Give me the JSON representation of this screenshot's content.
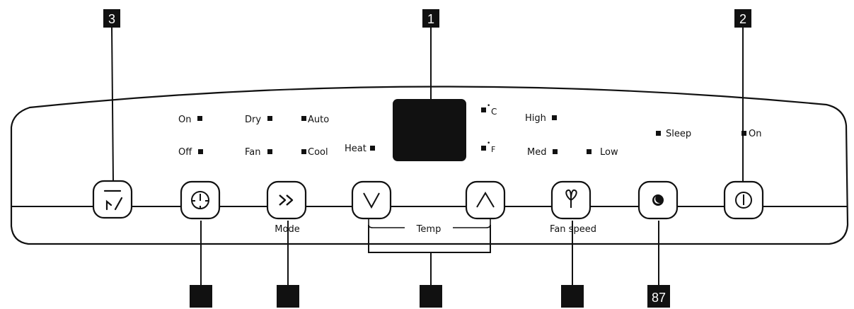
{
  "callouts": {
    "top_left": "3",
    "top_center": "1",
    "top_right": "2",
    "bottom_sleep": "87"
  },
  "indicators": {
    "timer_on": "On",
    "timer_off": "Off",
    "mode_dry": "Dry",
    "mode_fan": "Fan",
    "mode_auto": "Auto",
    "mode_cool": "Cool",
    "heat": "Heat",
    "unit_c": "C",
    "unit_f": "F",
    "fan_high": "High",
    "fan_med": "Med",
    "fan_low": "Low",
    "sleep": "Sleep",
    "power_on": "On"
  },
  "labels": {
    "mode": "Mode",
    "temp": "Temp",
    "fan_speed": "Fan speed"
  },
  "icons": {
    "swing": "swing-louver-icon",
    "timer": "timer-clock-icon",
    "mode": "double-chevron-right-icon",
    "temp_down": "chevron-down-icon",
    "temp_up": "chevron-up-icon",
    "fan": "fan-icon",
    "sleep": "moon-sleep-icon",
    "power": "power-icon"
  },
  "colors": {
    "ink": "#111111",
    "panel": "#ffffff"
  }
}
